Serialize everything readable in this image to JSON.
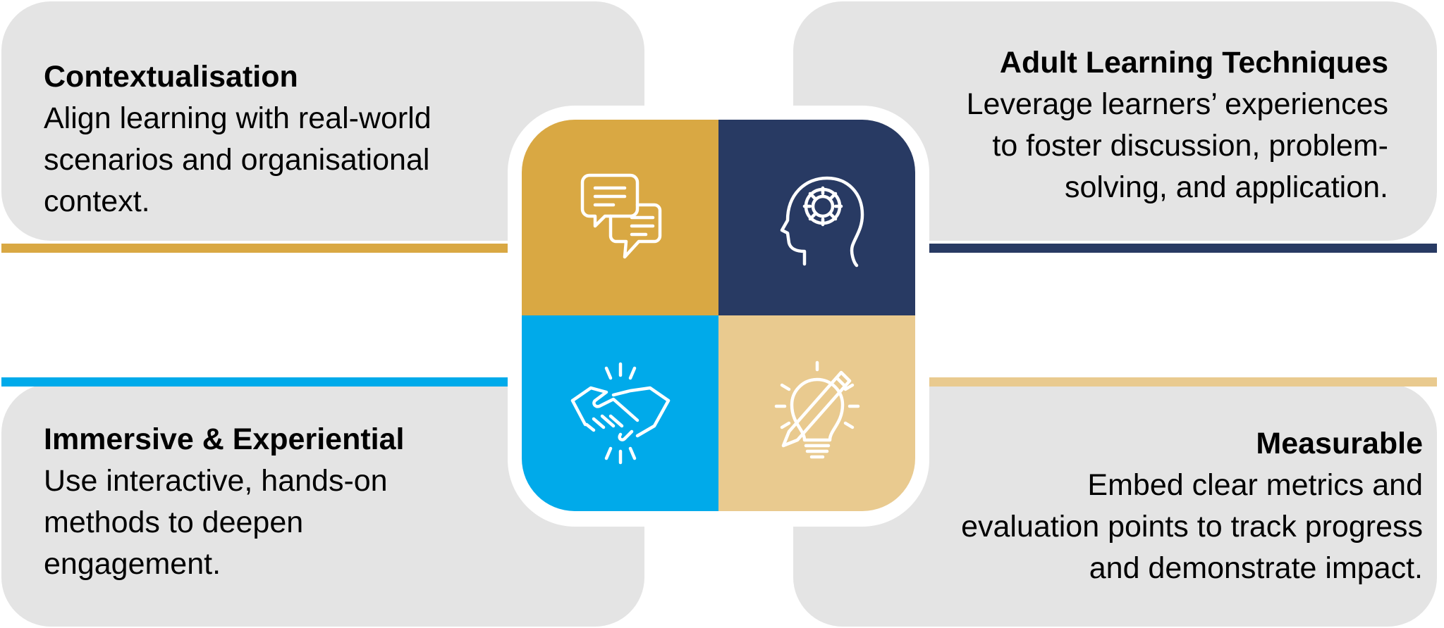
{
  "sections": [
    {
      "id": "contextualisation",
      "title": "Contextualisation",
      "body": "Align learning with real-world\nscenarios and organisational\ncontext.",
      "color": "#d9a843",
      "icon": "chat-bubbles-icon"
    },
    {
      "id": "adult-learning",
      "title": "Adult Learning Techniques",
      "body": "Leverage learners’ experiences\nto foster discussion, problem-\nsolving, and application.",
      "color": "#283a63",
      "icon": "head-gear-icon"
    },
    {
      "id": "immersive",
      "title": "Immersive & Experiential",
      "body": " Use interactive, hands-on\nmethods to deepen\nengagement.",
      "color": "#00aaea",
      "icon": "handshake-icon"
    },
    {
      "id": "measurable",
      "title": "Measurable",
      "body": "Embed clear metrics and\nevaluation points to track progress\nand demonstrate impact.",
      "color": "#e9ca8f",
      "icon": "lightbulb-pencil-icon"
    }
  ],
  "colors": {
    "card_background": "#e4e4e4",
    "gold": "#d9a843",
    "navy": "#283a63",
    "sky_blue": "#00aaea",
    "sand": "#e9ca8f"
  }
}
